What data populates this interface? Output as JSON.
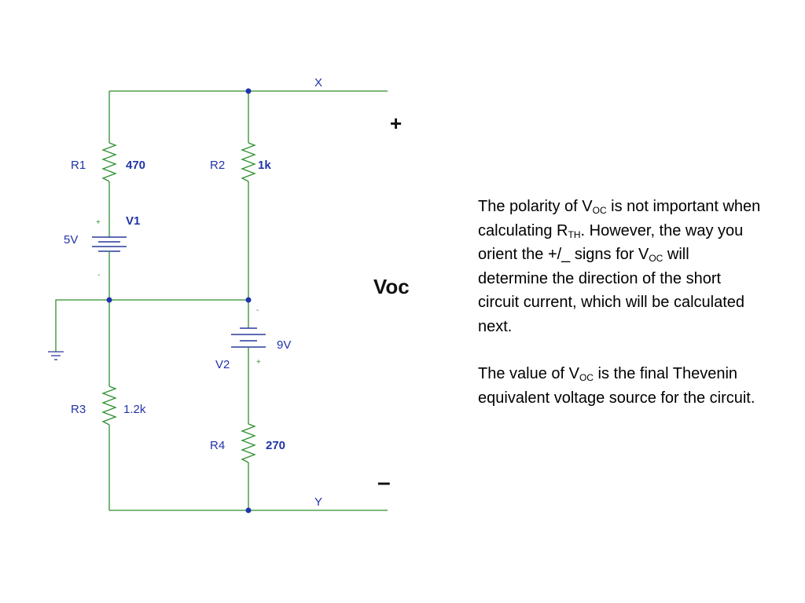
{
  "nodes": {
    "x": "X",
    "y": "Y"
  },
  "terminals": {
    "plus": "+",
    "minus": "–",
    "voc": "Voc"
  },
  "components": {
    "r1": {
      "name": "R1",
      "value": "470"
    },
    "r2": {
      "name": "R2",
      "value": "1k"
    },
    "r3": {
      "name": "R3",
      "value": "1.2k"
    },
    "r4": {
      "name": "R4",
      "value": "270"
    },
    "v1": {
      "name": "V1",
      "value": "5V",
      "plus": "+",
      "minus": "-"
    },
    "v2": {
      "name": "V2",
      "value": "9V",
      "plus": "+",
      "minus": "-"
    }
  },
  "text": {
    "p1": {
      "a": "The polarity of V",
      "b": "OC",
      "c": " is not important when calculating R",
      "d": "TH",
      "e": ". However, the way you orient the +/_ signs for V",
      "f": "OC",
      "g": " will determine the direction of the short circuit current, which will be calculated next."
    },
    "p2": {
      "a": "The value of V",
      "b": "OC",
      "c": " is the final Thevenin equivalent voltage source for the circuit."
    }
  },
  "colors": {
    "wire": "#2f8f2f",
    "label": "#2233a8",
    "node": "#1f33b0"
  }
}
